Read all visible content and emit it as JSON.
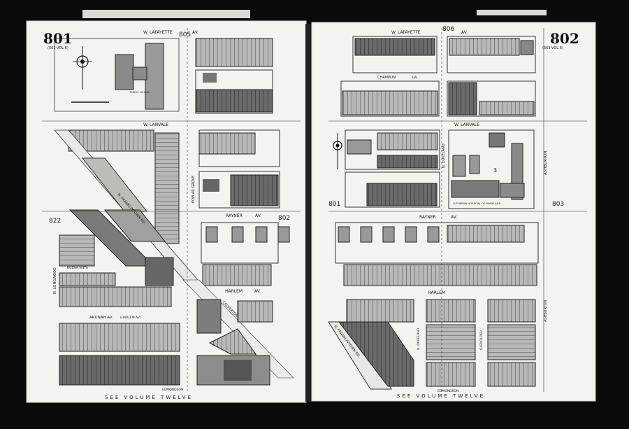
{
  "left_page": {
    "sheet_number": "801",
    "corner_note": "(563-VOL.6)",
    "adjacent_sheets": {
      "top": "805",
      "left": "822",
      "lower_right": "802"
    },
    "streets": {
      "top": "W. LAFAYETTE",
      "top_suffix": "AV.",
      "mid": "W. LANVALE",
      "rayner": "RAYNER",
      "rayner_suffix": "AV.",
      "harlem": "HARLEM",
      "harlem_suffix": "AV.",
      "arunah": "ARUNAH  AV.",
      "arunah_note": "(HARLEM AV.)",
      "poplar_grove": "POPLAR GROVE",
      "n_longwood": "N. LONGWOOD",
      "buena_vista": "BUENA VISTA",
      "calverton": "CALVERTON  RD.",
      "edmondson": "EDMONDSON",
      "franklintown": "N. FRANKLINTOWN  RD."
    },
    "school_label": "PUBLIC SCHOOL",
    "footer": "SEE  VOLUME  TWELVE"
  },
  "right_page": {
    "sheet_number": "802",
    "corner_note": "(563-VOL.6)",
    "adjacent_sheets": {
      "top": "806",
      "left": "801",
      "right": "803"
    },
    "streets": {
      "top": "W. LAFAYETTE",
      "top_suffix": "AV.",
      "champlin": "CHAMPLIN",
      "champlin_suffix": "LA.",
      "mid": "W. LANVALE",
      "rayner": "RAYNER",
      "rayner_suffix": "AV.",
      "harlem": "HARLEM",
      "n_dukeland": "N. DUKELAND",
      "ashburton": "ASHBURTON",
      "glenolden": "GLENOLDEN",
      "edmondson": "EDMONDSON",
      "franklintown": "N. FRANKLINTOWN  RD."
    },
    "hospital_label": "LUTHERAN HOSPITAL OF MARYLAND",
    "block_number": "3",
    "footer": "SEE  VOLUME  TWELVE"
  },
  "icons": [
    "north-arrow-icon",
    "compass-rose-icon"
  ],
  "colors": {
    "paper": "#f3f3ef",
    "ink": "#1a1a1a",
    "building_dark": "#5e5e5e",
    "building_mid": "#9a9a9a",
    "background": "#0a0a0a"
  }
}
